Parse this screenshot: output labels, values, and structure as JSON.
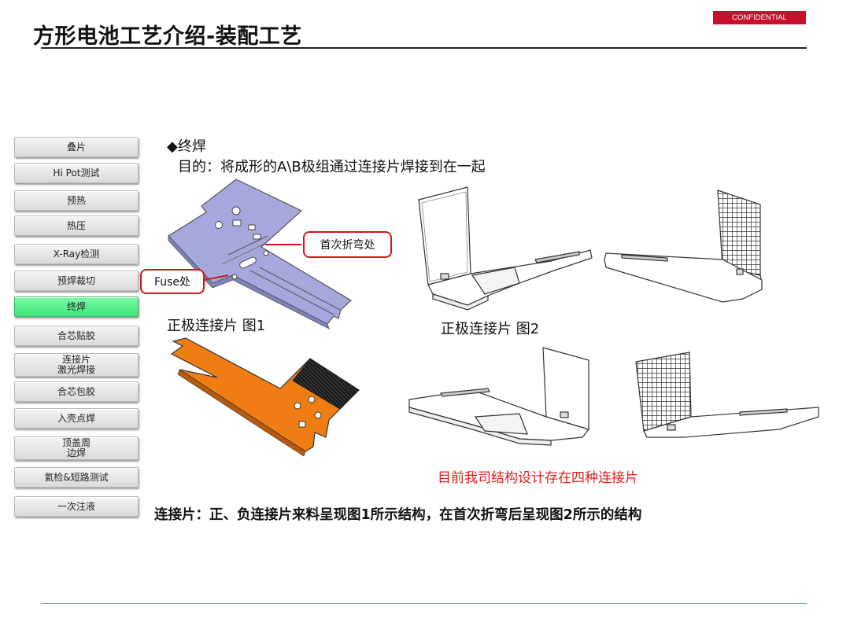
{
  "header": {
    "title": "方形电池工艺介绍-装配工艺",
    "badge": "CONFIDENTIAL"
  },
  "process_nav": {
    "active_index": 6,
    "items": [
      {
        "label": "叠片"
      },
      {
        "label": "Hi Pot测试"
      },
      {
        "label": "预热"
      },
      {
        "label": "热压"
      },
      {
        "label": "X-Ray检测"
      },
      {
        "label": "预焊裁切"
      },
      {
        "label": "终焊"
      },
      {
        "label": "合芯贴胶"
      },
      {
        "label": "连接片\n激光焊接"
      },
      {
        "label": "合芯包胶"
      },
      {
        "label": "入壳点焊"
      },
      {
        "label": "顶盖周\n边焊"
      },
      {
        "label": "氦检&短路测试"
      },
      {
        "label": "一次注液"
      }
    ]
  },
  "content": {
    "section_heading": "◆终焊",
    "purpose": "目的：将成形的A\\B极组通过连接片焊接到在一起",
    "callout_first_fold": "首次折弯处",
    "callout_fuse": "Fuse处",
    "caption_fig1": "正极连接片 图1",
    "caption_fig2": "正极连接片 图2",
    "red_note": "目前我司结构设计存在四种连接片",
    "summary": "连接片：正、负连接片来料呈现图1所示结构，在首次折弯后呈现图2所示的结构"
  },
  "colors": {
    "active_step": "#3ee57a",
    "badge": "#c8102e",
    "plate_positive": "#a6a8dd",
    "plate_negative": "#f07d14",
    "callout_border": "#d01818",
    "note_text": "#e02020"
  }
}
